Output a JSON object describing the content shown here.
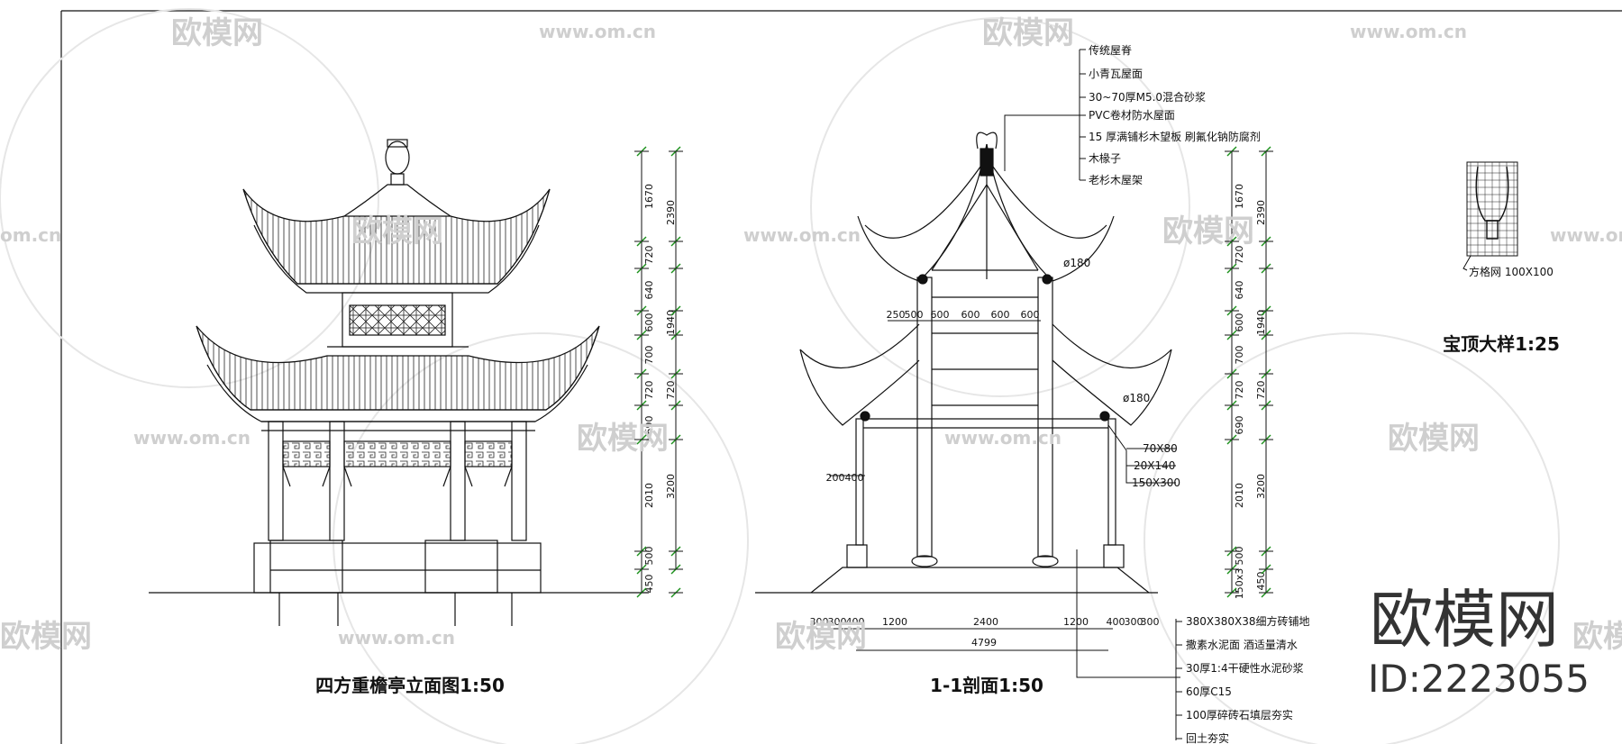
{
  "watermarks": {
    "brand": "欧模网",
    "url": "www.om.cn",
    "url_partial": "om.cn"
  },
  "brand_block": {
    "logo_text": "欧模网",
    "id_text": "ID:2223055"
  },
  "views": {
    "elevation": {
      "title": "四方重檐亭立面图1:50",
      "dims_inner": [
        "1670",
        "720",
        "640",
        "600",
        "700",
        "720",
        "690",
        "2010",
        "500",
        "450"
      ],
      "dims_outer": [
        "2390",
        "1940",
        "720",
        "3200"
      ]
    },
    "section": {
      "title": "1-1剖面1:50",
      "roof_notes": [
        "传统屋脊",
        "小青瓦屋面",
        "30~70厚M5.0混合砂浆",
        "PVC卷材防水屋面",
        "15 厚满铺杉木望板  刷氟化钠防腐剂",
        "木椽子",
        "老杉木屋架"
      ],
      "floor_notes": [
        "380X380X38细方砖铺地",
        "撒素水泥面  酒适量清水",
        "30厚1:4干硬性水泥砂浆",
        "60厚C15",
        "100厚碎砖石填层夯实",
        "回土夯实"
      ],
      "member_labels": [
        "70X80",
        "20X140",
        "150X300"
      ],
      "diameter_labels": [
        "ø180",
        "ø180"
      ],
      "upper_spans": [
        "250",
        "500",
        "600",
        "600",
        "600",
        "600"
      ],
      "side_dims": [
        "200",
        "400"
      ],
      "bottom_spans": [
        "300",
        "300",
        "400",
        "1200",
        "2400",
        "1200",
        "400",
        "300",
        "300"
      ],
      "overall_width": "4799",
      "dims_inner": [
        "1670",
        "720",
        "640",
        "600",
        "700",
        "720",
        "690",
        "2010",
        "500",
        "150x3"
      ],
      "dims_outer": [
        "2390",
        "1940",
        "720",
        "3200",
        "450"
      ]
    },
    "finial": {
      "title": "宝顶大样1:25",
      "grid_label": "方格网 100X100"
    }
  }
}
